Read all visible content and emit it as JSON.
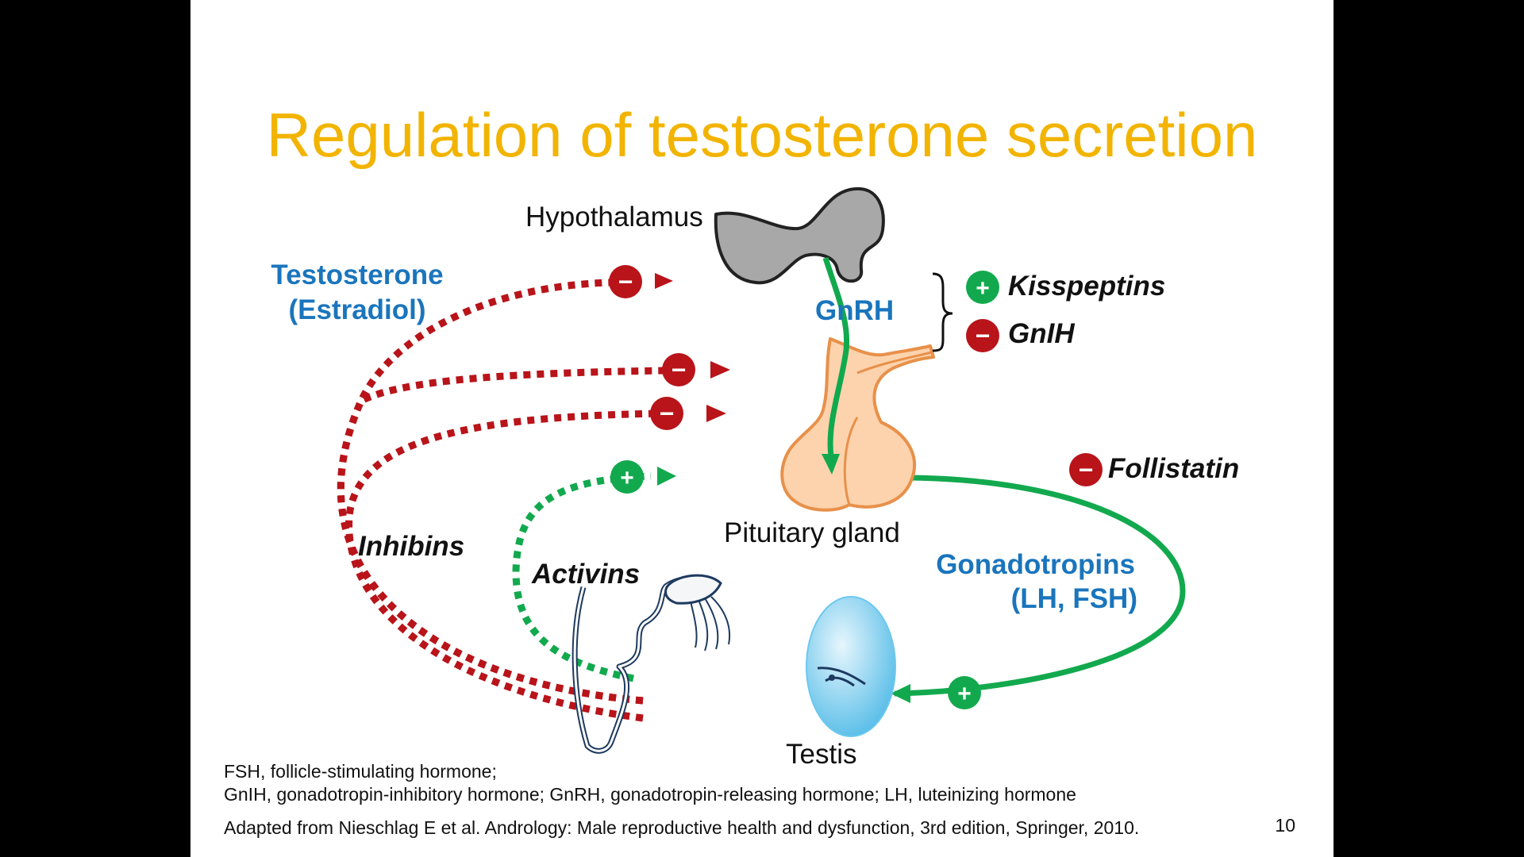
{
  "slide": {
    "title": "Regulation of testosterone secretion",
    "page_number": "10"
  },
  "labels": {
    "hypothalamus": "Hypothalamus",
    "gnrh": "GnRH",
    "pituitary": "Pituitary gland",
    "testis": "Testis",
    "testosterone": "Testosterone",
    "estradiol": "(Estradiol)",
    "inhibins": "Inhibins",
    "activins": "Activins",
    "gonadotropins": "Gonadotropins",
    "lh_fsh": "(LH, FSH)",
    "kisspeptins": "Kisspeptins",
    "gnih": "GnIH",
    "follistatin": "Follistatin"
  },
  "signs": {
    "plus": "+",
    "minus": "−"
  },
  "footnotes": {
    "line1": "FSH, follicle-stimulating hormone;",
    "line2": "GnIH, gonadotropin-inhibitory hormone; GnRH, gonadotropin-releasing hormone; LH, luteinizing hormone",
    "source": "Adapted from Nieschlag E et al. Andrology: Male reproductive health and dysfunction, 3rd edition, Springer, 2010."
  },
  "icons": {
    "hypothalamus": "hypothalamus-icon",
    "pituitary": "pituitary-gland-icon",
    "testis": "testis-icon"
  },
  "colors": {
    "title": "#f2b400",
    "label_blue": "#1a75bc",
    "inhibit_red": "#b8141a",
    "stimulate_green": "#12a94e",
    "hypothalamus_fill": "#a8a8a8",
    "pituitary_fill": "#fcd3ad",
    "pituitary_stroke": "#e8904a",
    "testis_fill": "#5cc0ea"
  }
}
